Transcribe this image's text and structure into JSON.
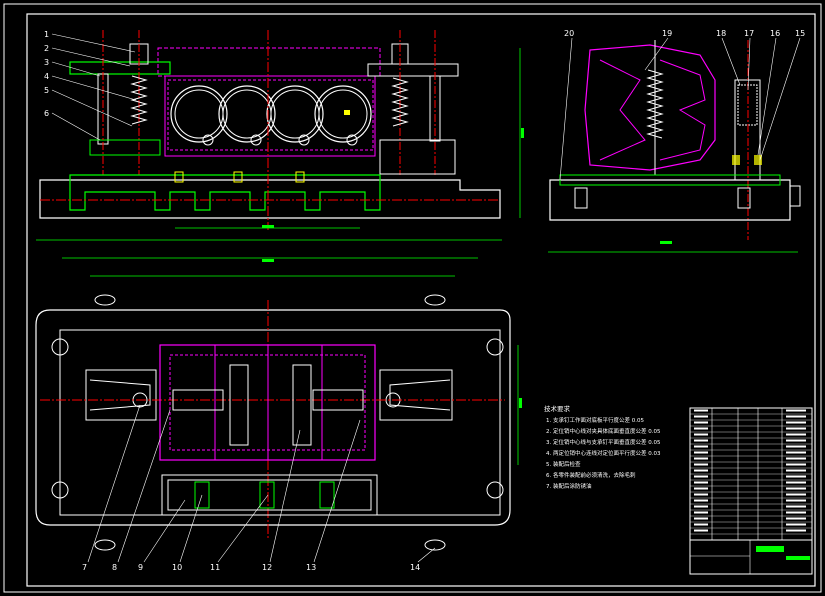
{
  "drawing": {
    "colors": {
      "background": "#000000",
      "outline": "#ffffff",
      "part": "#00ff00",
      "center_line": "#ff0000",
      "workpiece": "#ff00ff",
      "dimension": "#00ff00"
    },
    "callouts_front": [
      "1",
      "2",
      "3",
      "4",
      "5",
      "6"
    ],
    "callouts_side": [
      "20",
      "19",
      "18",
      "17",
      "16",
      "15"
    ],
    "callouts_plan_bottom": [
      "7",
      "8",
      "9",
      "10",
      "11",
      "12",
      "13",
      "14"
    ],
    "tech_notes": {
      "heading": "技术要求",
      "lines": [
        "1. 支承钉工作面对底板平行度公差 0.05",
        "2. 定位销中心线对夹具体底面垂直度公差 0.05",
        "3. 定位销中心线与支承钉平面垂直度公差 0.05",
        "4. 两定位销中心连线对定位面平行度公差 0.03",
        "5. 装配后检查",
        "6. 各零件装配前必须清洗，去除毛刺",
        "7. 装配后涂防锈油"
      ]
    },
    "title_block": {
      "rows": 22
    }
  }
}
